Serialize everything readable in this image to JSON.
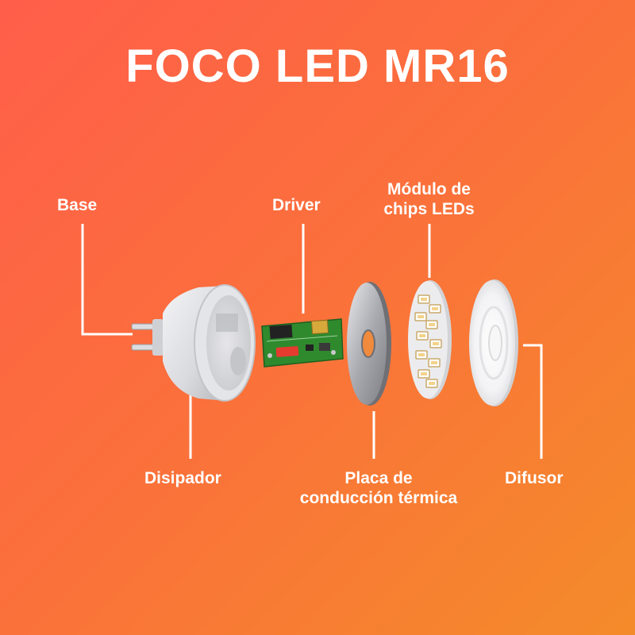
{
  "title": "FOCO LED MR16",
  "labels": {
    "base": "Base",
    "driver": "Driver",
    "modulo_line1": "Módulo de",
    "modulo_line2": "chips LEDs",
    "disipador": "Disipador",
    "placa_line1": "Placa de",
    "placa_line2": "conducción térmica",
    "difusor": "Difusor"
  },
  "colors": {
    "background_start": "#ff5e4a",
    "background_end": "#f48b2a",
    "text": "#ffffff",
    "pcb_green": "#2f8a2e"
  }
}
